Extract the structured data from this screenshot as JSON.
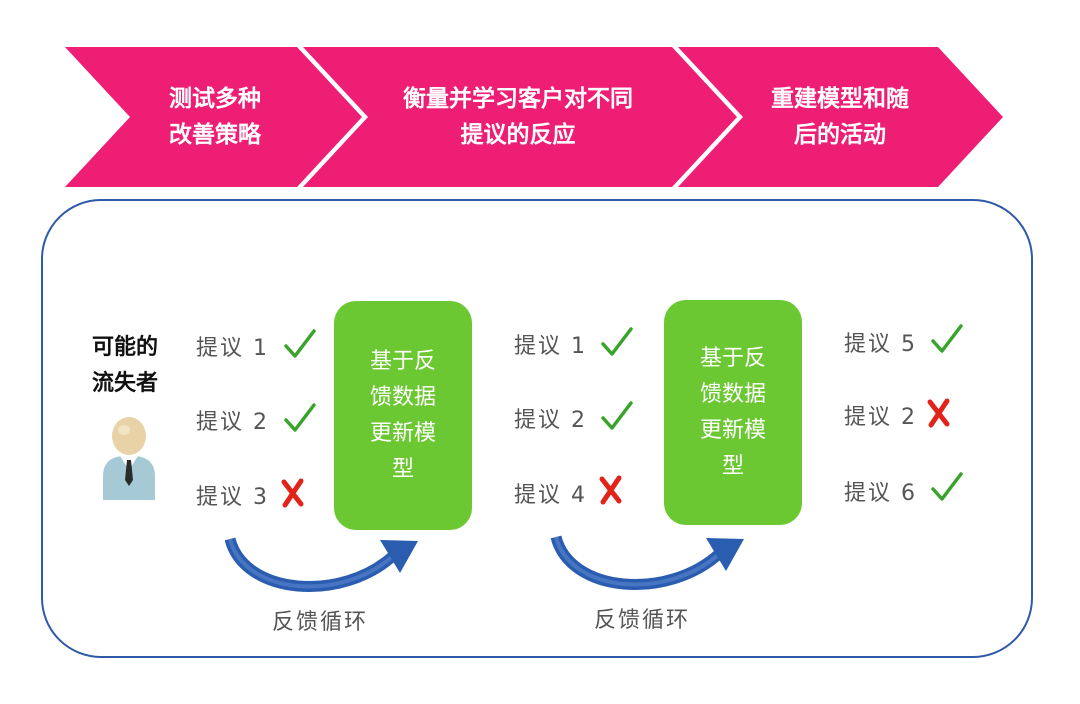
{
  "banner": {
    "color": "#ee1e74",
    "steps": [
      {
        "line1": "测试多种",
        "line2": "改善策略"
      },
      {
        "line1": "衡量并学习客户对不同",
        "line2": "提议的反应"
      },
      {
        "line1": "重建模型和随",
        "line2": "后的活动"
      }
    ]
  },
  "person": {
    "line1": "可能的",
    "line2": "流失者",
    "icon": "customer-avatar-icon"
  },
  "columns": [
    {
      "offers": [
        {
          "label": "提议 1",
          "result": "check"
        },
        {
          "label": "提议 2",
          "result": "check"
        },
        {
          "label": "提议 3",
          "result": "cross"
        }
      ]
    },
    {
      "offers": [
        {
          "label": "提议 1",
          "result": "check"
        },
        {
          "label": "提议 2",
          "result": "check"
        },
        {
          "label": "提议 4",
          "result": "cross"
        }
      ]
    },
    {
      "offers": [
        {
          "label": "提议 5",
          "result": "check"
        },
        {
          "label": "提议 2",
          "result": "cross"
        },
        {
          "label": "提议 6",
          "result": "check"
        }
      ]
    }
  ],
  "model_boxes": [
    {
      "lines": [
        "基于反",
        "馈数据",
        "更新模",
        "型"
      ]
    },
    {
      "lines": [
        "基于反",
        "馈数据",
        "更新模",
        "型"
      ]
    }
  ],
  "loops": [
    {
      "label": "反馈循环"
    },
    {
      "label": "反馈循环"
    }
  ],
  "colors": {
    "check": "#3aa32c",
    "cross": "#e2231a",
    "model_box": "#6cc832",
    "panel_border": "#2f5aa8",
    "arrow": "#2a5db0"
  }
}
